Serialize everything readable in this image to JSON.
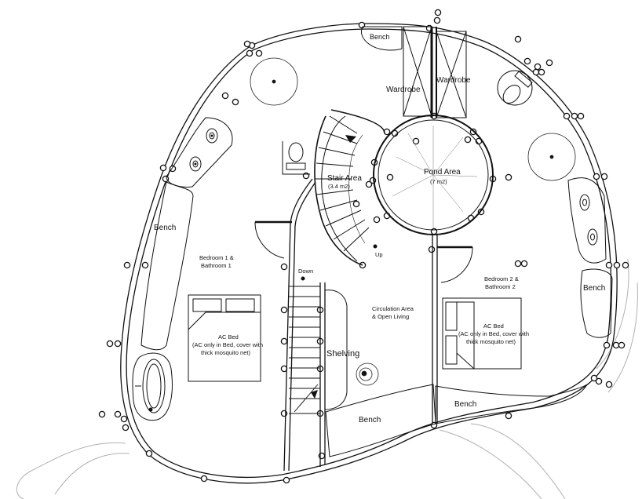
{
  "labels": {
    "bench_top": "Bench",
    "wardrobe_left": "Wardrobe",
    "wardrobe_right": "Wardrobe",
    "stair_area": "Stair Area",
    "stair_area_size": "(3.4 m2)",
    "pond_area": "Pond Area",
    "pond_area_size": "(7 m2)",
    "up": "Up",
    "down": "Down",
    "bench_left": "Bench",
    "bench_right": "Bench",
    "bench_bottom_center": "Bench",
    "bench_bottom_right": "Bench",
    "bedroom1_line1": "Bedroom 1 &",
    "bedroom1_line2": "Bathroom 1",
    "bedroom2_line1": "Bedroom 2 &",
    "bedroom2_line2": "Bathroom 2",
    "circulation_line1": "Circulation Area",
    "circulation_line2": "& Open Living",
    "shelving": "Shelving",
    "bed1_line1": "AC Bed",
    "bed1_line2": "(AC only in Bed, cover with",
    "bed1_line3": "thick mosquito net)",
    "bed2_line1": "AC Bed",
    "bed2_line2": "(AC only in Bed, cover with",
    "bed2_line3": "thick mosquito net)"
  },
  "colors": {
    "line": "#111111",
    "faint": "#999999",
    "background": "#ffffff"
  },
  "icons": {
    "toilet": "toilet-icon",
    "bathtub": "bathtub-icon",
    "basin": "basin-icon",
    "column": "column-post-icon",
    "door_swing": "door-swing-icon",
    "plant": "plant-pot-icon",
    "stair_arrow": "arrow-icon"
  }
}
